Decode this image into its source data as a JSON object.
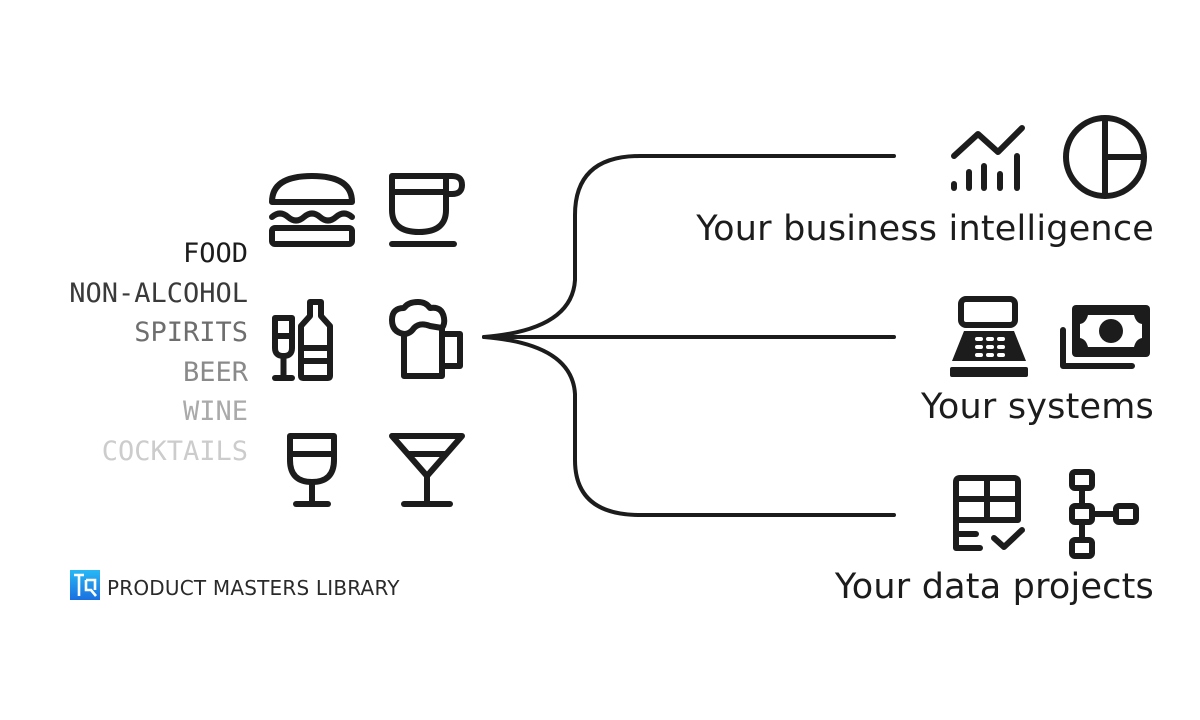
{
  "categories": [
    {
      "label": "FOOD",
      "color": "#1c1c1c"
    },
    {
      "label": "NON-ALCOHOL",
      "color": "#3a3a3a"
    },
    {
      "label": "SPIRITS",
      "color": "#6e6e6e"
    },
    {
      "label": "BEER",
      "color": "#8a8a8a"
    },
    {
      "label": "WINE",
      "color": "#aaaaaa"
    },
    {
      "label": "COCKTAILS",
      "color": "#cccccc"
    }
  ],
  "source_icons": [
    "burger-icon",
    "coffee-cup-icon",
    "spirits-glass-bottle-icon",
    "beer-mug-icon",
    "wine-glass-icon",
    "cocktail-glass-icon"
  ],
  "targets": [
    {
      "label": "Your business intelligence",
      "icons": [
        "trend-chart-icon",
        "pie-chart-icon"
      ]
    },
    {
      "label": "Your systems",
      "icons": [
        "cash-register-icon",
        "banknotes-icon"
      ]
    },
    {
      "label": "Your data projects",
      "icons": [
        "checked-table-icon",
        "data-tree-icon"
      ]
    }
  ],
  "brand": {
    "name": "PRODUCT MASTERS LIBRARY",
    "logo_color": "#1e8fe8"
  },
  "colors": {
    "stroke": "#1c1c1c",
    "background": "#ffffff"
  }
}
